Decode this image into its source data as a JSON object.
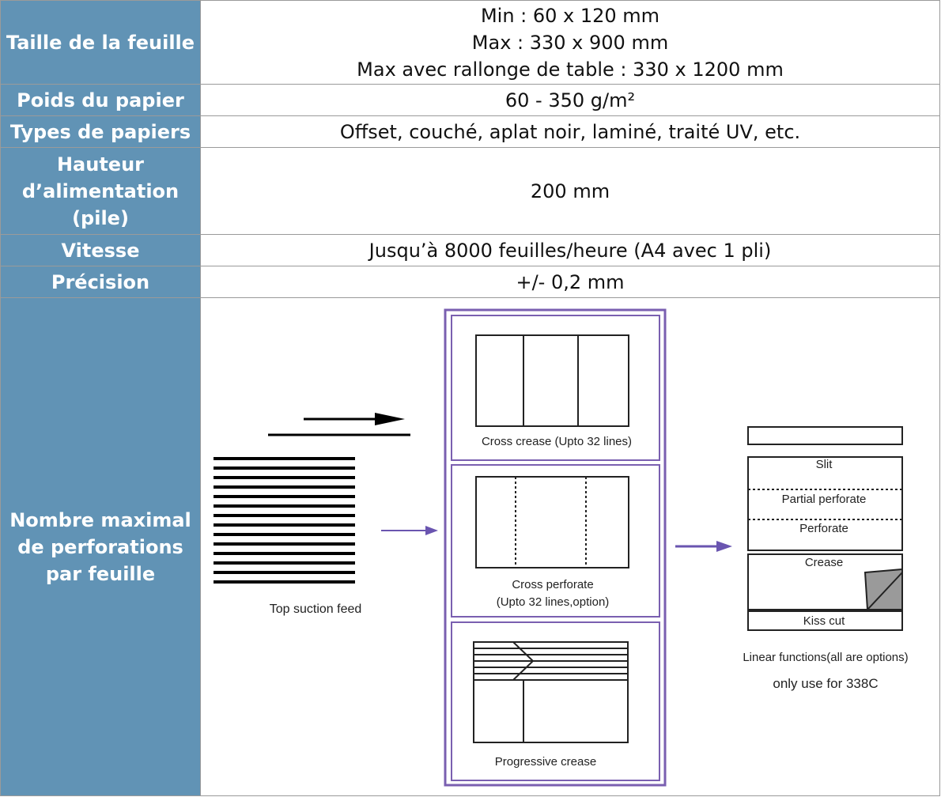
{
  "rows": {
    "size": {
      "label": "Taille de la feuille",
      "values": [
        "Min : 60 x 120 mm",
        "Max : 330 x 900 mm",
        "Max avec rallonge de table : 330 x 1200 mm"
      ]
    },
    "weight": {
      "label": "Poids du papier",
      "value": "60 - 350 g/m²"
    },
    "types": {
      "label": "Types de papiers",
      "value": "Offset, couché, aplat noir, laminé, traité UV, etc."
    },
    "feed_height": {
      "label_lines": [
        "Hauteur",
        "d’alimentation",
        "(pile)"
      ],
      "value": "200 mm"
    },
    "speed": {
      "label": "Vitesse",
      "value": "Jusqu’à 8000 feuilles/heure (A4 avec 1 pli)"
    },
    "precision": {
      "label": "Précision",
      "value": "+/- 0,2 mm"
    },
    "perforations": {
      "label_lines": [
        "Nombre maximal",
        "de perforations",
        "par feuille"
      ]
    }
  },
  "diagram": {
    "feed_label": "Top suction feed",
    "cross_crease_label": "Cross crease (Upto 32 lines)",
    "cross_perforate_label_lines": [
      "Cross perforate",
      "(Upto 32 lines,option)"
    ],
    "progressive_crease_label": "Progressive crease",
    "slit_label": "Slit",
    "partial_perforate_label": "Partial perforate",
    "perforate_label": "Perforate",
    "crease_label": "Crease",
    "kiss_cut_label": "Kiss cut",
    "linear_functions_label": "Linear functions(all are options)",
    "only_use_label": "only use for 338C",
    "colors": {
      "frame": "#7a5fb0",
      "arrow": "#6a55b0",
      "label_bg": "#6193b5"
    }
  }
}
